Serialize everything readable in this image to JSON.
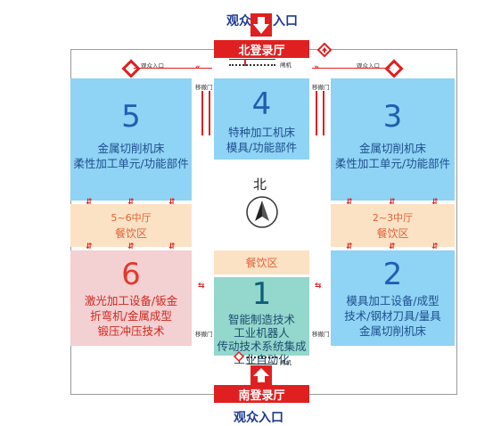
{
  "north_entrance": {
    "title": "观众",
    "title_right": "入口",
    "lobby": "北登录厅"
  },
  "south_entrance": {
    "title": "观众入口",
    "lobby": "南登录厅"
  },
  "top_labels": {
    "left": "观众入口",
    "right": "观众入口"
  },
  "gate_label": "闸机",
  "door_label": "移撤门",
  "compass": {
    "label": "北"
  },
  "halls": [
    {
      "num": "5",
      "lines": [
        "金属切削机床",
        "柔性加工单元/功能部件"
      ]
    },
    {
      "num": "4",
      "lines": [
        "特种加工机床",
        "模具/功能部件"
      ]
    },
    {
      "num": "3",
      "lines": [
        "金属切削机床",
        "柔性加工单元/功能部件"
      ]
    },
    {
      "num": "6",
      "lines": [
        "激光加工设备/钣金",
        "折弯机/金属成型",
        "锻压冲压技术"
      ]
    },
    {
      "num": "1",
      "lines": [
        "智能制造技术",
        "工业机器人",
        "传动技术系统集成",
        "工业自动化"
      ]
    },
    {
      "num": "2",
      "lines": [
        "模具加工设备/成型",
        "技术/钢材刀具/量具",
        "金属切削机床"
      ]
    }
  ],
  "dining": {
    "left": {
      "sub": "5~6中厅",
      "title": "餐饮区"
    },
    "right": {
      "sub": "2~3中厅",
      "title": "餐饮区"
    },
    "center": {
      "title": "餐饮区"
    }
  },
  "colors": {
    "red": "#e02020",
    "blue_hall": "#8fd3f5",
    "teal_hall": "#94d7cc",
    "pink_hall": "#f3d0d2",
    "dining": "#fbe2c4"
  }
}
